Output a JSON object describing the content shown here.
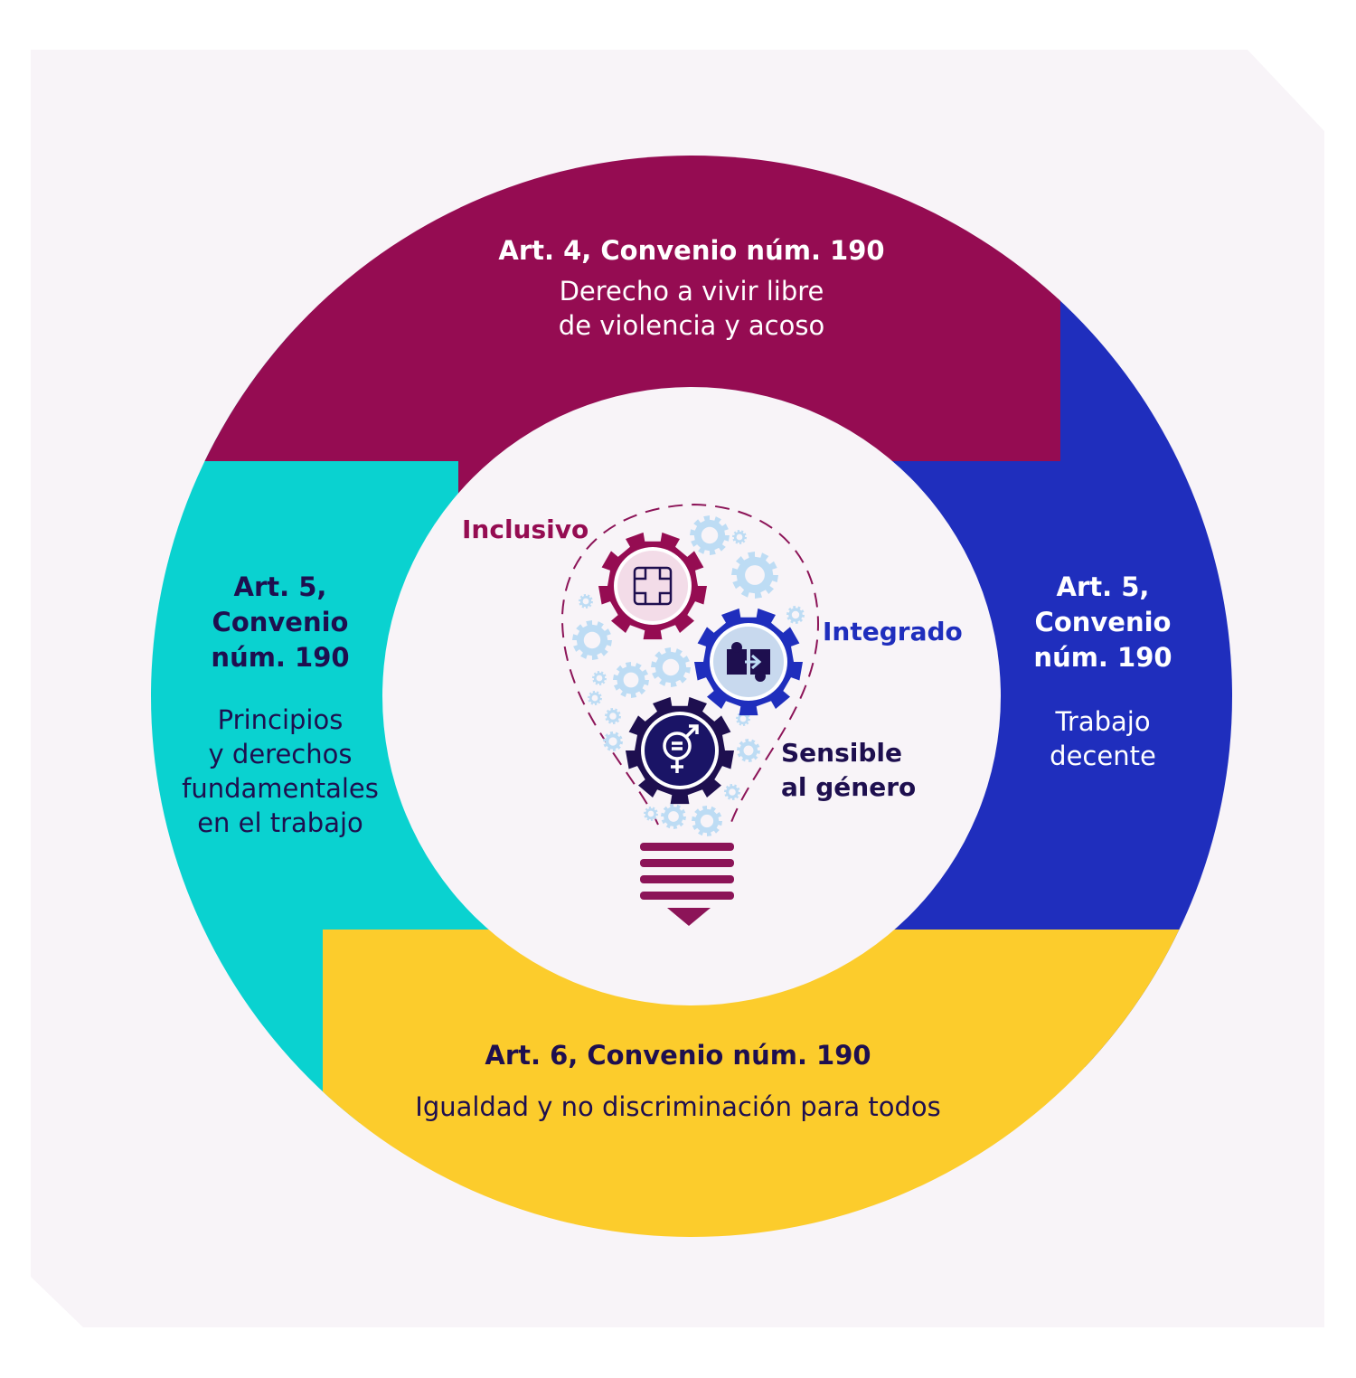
{
  "colors": {
    "background": "#f8f4f8",
    "top": "#950c52",
    "right": "#1f2ebd",
    "bottom": "#fccc2c",
    "left": "#0ad2d0",
    "center": "#f8f4f8",
    "dark_navy": "#1e0f4f",
    "light_gear": "#bddcf4",
    "bulb_base": "#8c1458"
  },
  "sections": {
    "top": {
      "title": "Art. 4, Convenio núm. 190",
      "text_line1": "Derecho a vivir libre",
      "text_line2": "de violencia y acoso"
    },
    "right": {
      "title_line1": "Art. 5,",
      "title_line2": "Convenio",
      "title_line3": "núm. 190",
      "text_line1": "Trabajo",
      "text_line2": "decente"
    },
    "bottom": {
      "title": "Art. 6, Convenio núm. 190",
      "text": "Igualdad y no discriminación para todos"
    },
    "left": {
      "title_line1": "Art. 5,",
      "title_line2": "Convenio",
      "title_line3": "núm. 190",
      "text_line1": "Principios",
      "text_line2": "y derechos",
      "text_line3": "fundamentales",
      "text_line4": "en el trabajo"
    }
  },
  "center": {
    "inclusivo": "Inclusivo",
    "integrado": "Integrado",
    "sensible_line1": "Sensible",
    "sensible_line2": "al género",
    "icons": {
      "gear1": "hands-together-icon",
      "gear2": "puzzle-pieces-icon",
      "gear3": "gender-equality-icon"
    }
  }
}
